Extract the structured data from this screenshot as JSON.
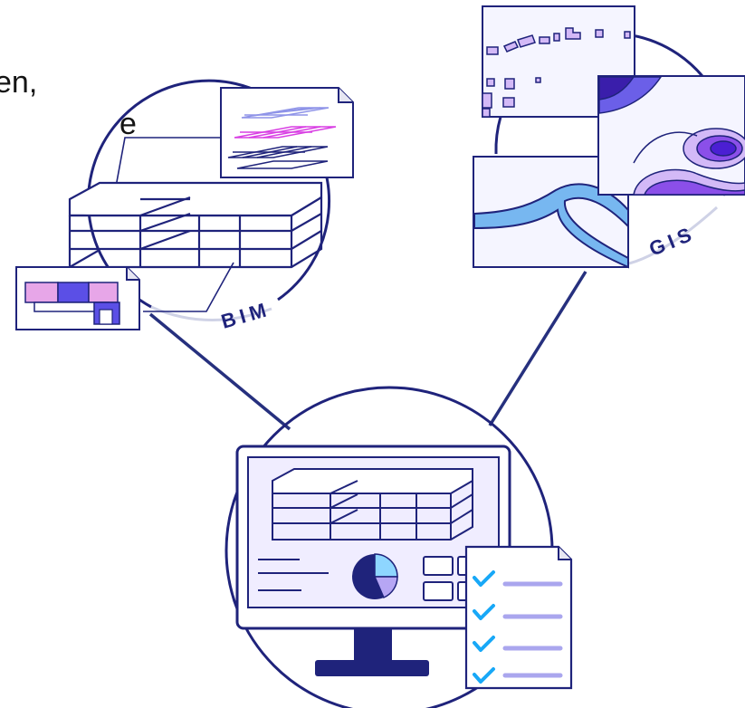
{
  "text_fragments": {
    "line_1": "en,",
    "line_2": "e"
  },
  "labels": {
    "bim": "BIM",
    "gis": "GIS"
  },
  "colors": {
    "navy": "#1b1f7a",
    "deep_blue": "#261c9f",
    "purple": "#5525c7",
    "violet": "#8b4fe9",
    "lavender": "#c8b9ff",
    "pink_magenta": "#d83fe3",
    "light_pink": "#e7a6e8",
    "sky_blue": "#77b7f0",
    "light_cyan": "#8ed6ff",
    "pale_bg": "#f6f6ff",
    "grey_outline": "#d4d6e6",
    "check_blue": "#18a8f7",
    "screen_bg": "#f0edff"
  },
  "icons": {
    "bim_model": "layered-building-model-icon",
    "floor_plan": "floor-plan-icon",
    "grid_layers": "grid-layers-icon",
    "gis_parcel_map": "parcel-map-icon",
    "gis_contour_map": "contour-map-icon",
    "gis_river_map": "river-map-icon",
    "monitor": "monitor-icon",
    "checklist": "checklist-icon",
    "pie_chart": "pie-chart-icon"
  }
}
